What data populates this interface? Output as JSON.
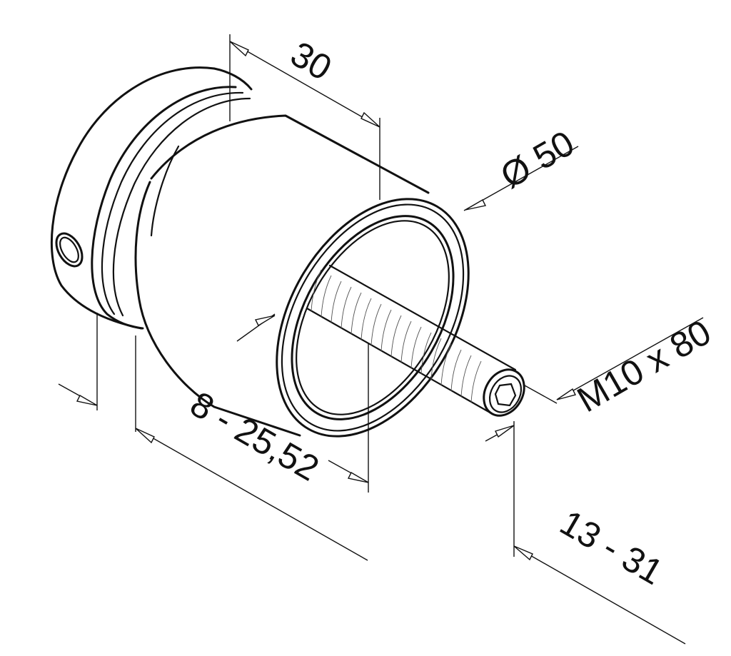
{
  "drawing": {
    "subject": "glass adapter / standoff fitting with threaded bolt",
    "stroke_color": "#111111",
    "background_color": "#ffffff"
  },
  "dimensions": {
    "width_top": "30",
    "diameter": "Ø 50",
    "thread": "M10 x 80",
    "glass_gap": "8 - 25,52",
    "bolt_protrusion": "13 - 31"
  }
}
